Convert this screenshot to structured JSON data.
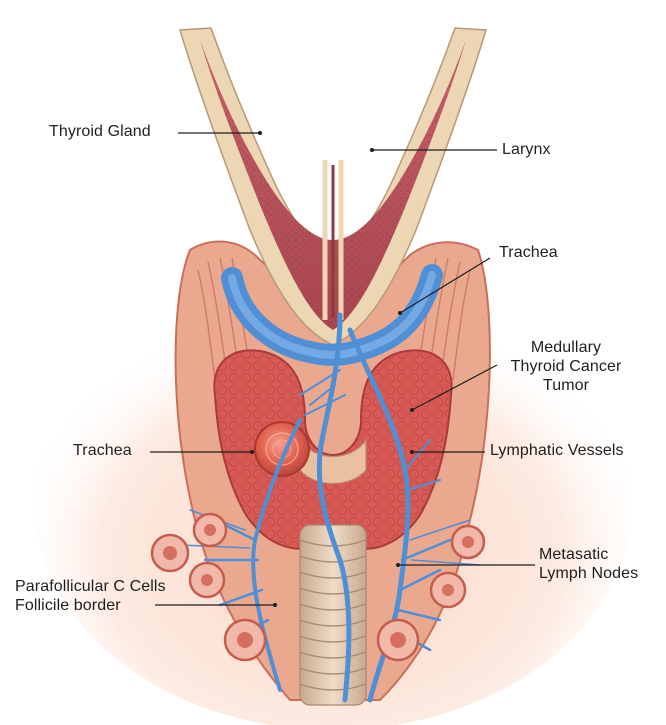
{
  "labels": {
    "thyroid_gland": "Thyroid Gland",
    "larynx": "Larynx",
    "trachea_right": "Trachea",
    "medullary_tumor": "Medullary\nThyroid Cancer\nTumor",
    "trachea_left": "Trachea",
    "lymphatic_vessels": "Lymphatic Vessels",
    "metastatic_nodes": "Metasatic\nLymph Nodes",
    "parafollicular": "Parafollicular C Cells\nFollicile border"
  },
  "colors": {
    "larynx_fill": "#b4535c",
    "larynx_rim": "#ecd6b4",
    "gland_fill": "#d85a55",
    "tissue_fill": "#e9a287",
    "vessel": "#4f8fd6",
    "tumor": "#e3614f",
    "node_fill": "#f2b9aa",
    "glow": "#f9c3a9",
    "leader": "#1f1f1f"
  }
}
